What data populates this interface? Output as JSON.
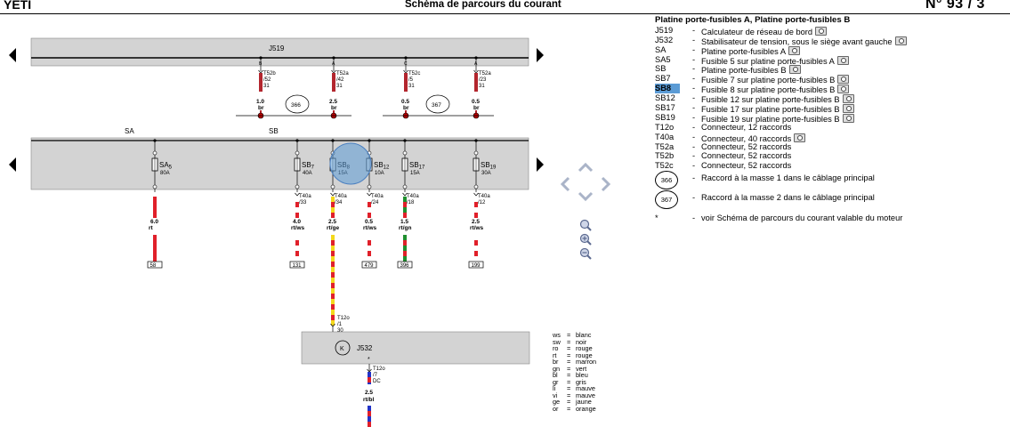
{
  "header": {
    "model": "YETI",
    "title": "Schéma de parcours du courant",
    "page": "N°  93 / 3"
  },
  "diagram": {
    "top_component": "J519",
    "rail_sa": "SA",
    "rail_sb": "SB",
    "top_wires": [
      {
        "pin": "B",
        "conn": "T52b",
        "pin2": "/52",
        "num": "31",
        "size": "1.0",
        "color": "br"
      },
      {
        "pin": "A",
        "conn": "T52a",
        "pin2": "/42",
        "num": "31",
        "size": "2.5",
        "color": "br"
      },
      {
        "pin": "C",
        "conn": "T52c",
        "pin2": "/5",
        "num": "31",
        "size": "0.5",
        "color": "br"
      },
      {
        "pin": "A",
        "conn": "T52a",
        "pin2": "/23",
        "num": "31",
        "size": "0.5",
        "color": "br"
      }
    ],
    "ground_points": [
      "366",
      "367"
    ],
    "fuses": [
      {
        "name": "SA",
        "sub": "5",
        "rating": "80A"
      },
      {
        "name": "SB",
        "sub": "7",
        "rating": "40A"
      },
      {
        "name": "SB",
        "sub": "8",
        "rating": "15A"
      },
      {
        "name": "SB",
        "sub": "12",
        "rating": "10A"
      },
      {
        "name": "SB",
        "sub": "17",
        "rating": "15A"
      },
      {
        "name": "SB",
        "sub": "19",
        "rating": "30A"
      }
    ],
    "lower_wires": [
      {
        "conn": "",
        "pin": "",
        "size": "6.0",
        "color": "rt",
        "ref": "58"
      },
      {
        "conn": "T40a",
        "pin": "/33",
        "size": "4.0",
        "color": "rt/ws",
        "ref": "131"
      },
      {
        "conn": "T40a",
        "pin": "/34",
        "size": "2.5",
        "color": "rt/ge",
        "ref": ""
      },
      {
        "conn": "T40a",
        "pin": "/24",
        "size": "0.5",
        "color": "rt/ws",
        "ref": "479"
      },
      {
        "conn": "T40a",
        "pin": "/18",
        "size": "1.5",
        "color": "rt/gn",
        "ref": "396"
      },
      {
        "conn": "T40a",
        "pin": "/12",
        "size": "2.5",
        "color": "rt/ws",
        "ref": "199"
      }
    ],
    "j532": {
      "name": "J532",
      "k_symbol": "K",
      "in_conn": "T12o",
      "in_pin": "/1",
      "in_num": "30",
      "star": "*",
      "out_conn": "T12o",
      "out_pin": "/7",
      "out_num": "DC",
      "out_size": "2.5",
      "out_color": "rt/bl"
    }
  },
  "legend": {
    "title": "Platine porte-fusibles A, Platine porte-fusibles B",
    "items": [
      {
        "code": "J519",
        "desc": "Calculateur de réseau de bord",
        "cam": true
      },
      {
        "code": "J532",
        "desc": "Stabilisateur de tension, sous le siège avant gauche",
        "cam": true
      },
      {
        "code": "SA",
        "desc": "Platine porte-fusibles A",
        "cam": true
      },
      {
        "code": "SA5",
        "desc": "Fusible 5 sur platine porte-fusibles A",
        "cam": true
      },
      {
        "code": "SB",
        "desc": "Platine porte-fusibles B",
        "cam": true
      },
      {
        "code": "SB7",
        "desc": "Fusible 7 sur platine porte-fusibles B",
        "cam": true
      },
      {
        "code": "SB8",
        "desc": "Fusible 8 sur platine porte-fusibles B",
        "cam": true,
        "selected": true
      },
      {
        "code": "SB12",
        "desc": "Fusible 12 sur platine porte-fusibles B",
        "cam": true
      },
      {
        "code": "SB17",
        "desc": "Fusible 17 sur platine porte-fusibles B",
        "cam": true
      },
      {
        "code": "SB19",
        "desc": "Fusible 19 sur platine porte-fusibles B",
        "cam": true
      },
      {
        "code": "T12o",
        "desc": "Connecteur, 12 raccords",
        "cam": false
      },
      {
        "code": "T40a",
        "desc": "Connecteur, 40 raccords",
        "cam": true
      },
      {
        "code": "T52a",
        "desc": "Connecteur, 52 raccords",
        "cam": false
      },
      {
        "code": "T52b",
        "desc": "Connecteur, 52 raccords",
        "cam": false
      },
      {
        "code": "T52c",
        "desc": "Connecteur, 52 raccords",
        "cam": false
      }
    ],
    "ground_items": [
      {
        "code": "366",
        "desc": "Raccord à la masse 1 dans le câblage principal"
      },
      {
        "code": "367",
        "desc": "Raccord à la masse 2 dans le câblage principal"
      }
    ],
    "note": {
      "code": "*",
      "desc": "voir Schéma de parcours du courant valable du moteur"
    }
  },
  "color_codes": [
    {
      "code": "ws",
      "name": "blanc"
    },
    {
      "code": "sw",
      "name": "noir"
    },
    {
      "code": "ro",
      "name": "rouge"
    },
    {
      "code": "rt",
      "name": "rouge"
    },
    {
      "code": "br",
      "name": "marron"
    },
    {
      "code": "gn",
      "name": "vert"
    },
    {
      "code": "bl",
      "name": "bleu"
    },
    {
      "code": "gr",
      "name": "gris"
    },
    {
      "code": "li",
      "name": "mauve"
    },
    {
      "code": "vi",
      "name": "mauve"
    },
    {
      "code": "ge",
      "name": "jaune"
    },
    {
      "code": "or",
      "name": "orange"
    }
  ],
  "wire_colors": {
    "red": "#e0202a",
    "brown": "#b3262e",
    "yellow": "#f4d81c",
    "green": "#1f8f2e",
    "blue": "#2233c8",
    "white": "#ffffff",
    "panel": "#d3d3d3",
    "highlight": "#5b9bd5"
  }
}
